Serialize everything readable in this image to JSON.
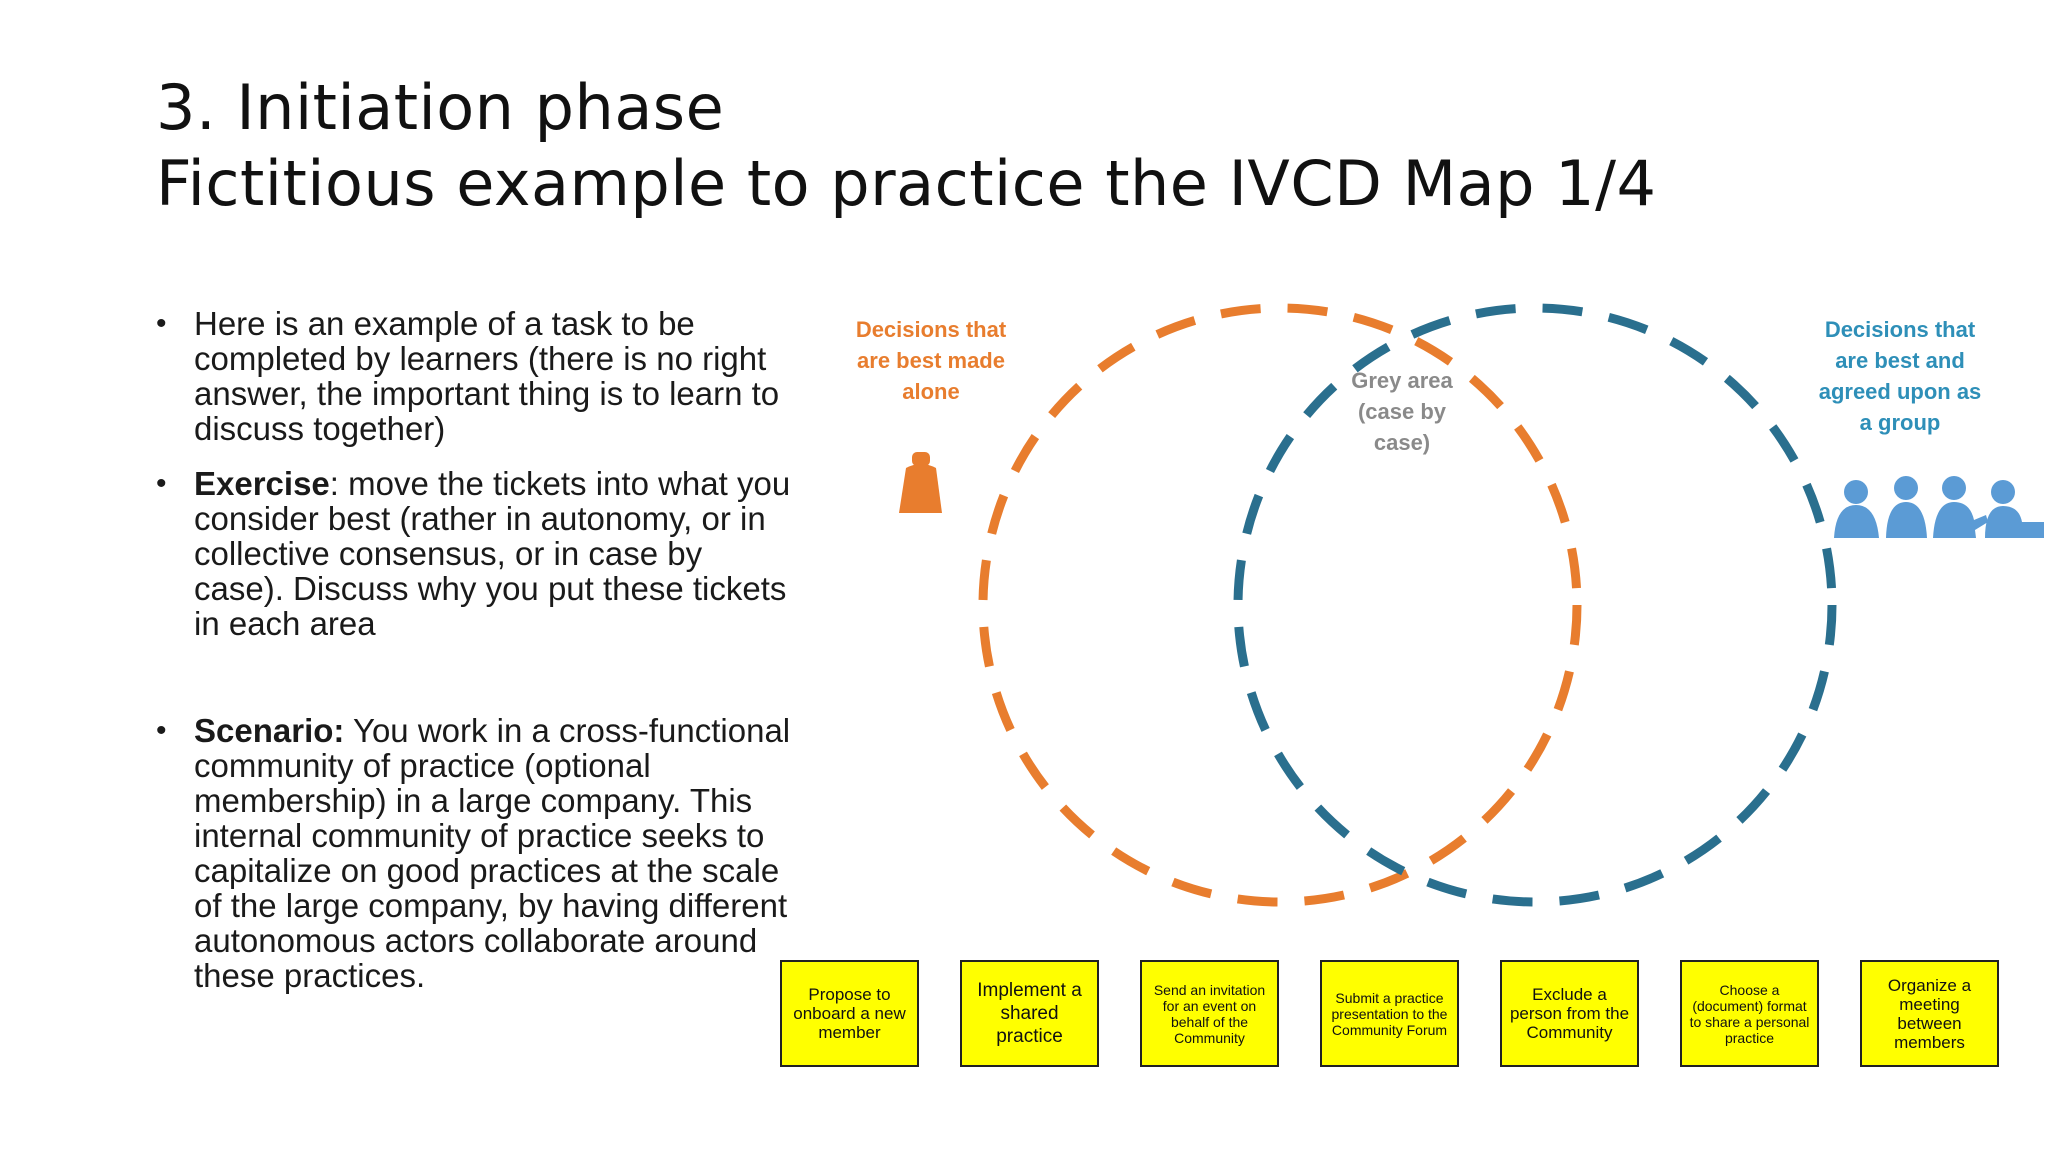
{
  "title": {
    "line1": "3. Initiation phase",
    "line2": "Fictitious example to practice the IVCD Map 1/4"
  },
  "bullets": [
    {
      "bold": "",
      "text": "Here is an example of a task to be completed by learners (there is no right answer, the important thing is to learn to discuss together)"
    },
    {
      "bold": "Exercise",
      "text": ": move the tickets into what you consider best (rather in autonomy, or in collective consensus, or in case by case). Discuss why you put these tickets in each area"
    },
    {
      "bold": "Scenario:",
      "text": " You work in a cross-functional community of practice (optional membership) in a large company. This internal community of practice seeks to capitalize on good practices at the scale of the large company, by having different autonomous actors collaborate around these practices."
    }
  ],
  "diagram": {
    "left_label": "Decisions that are best made alone",
    "right_label": "Decisions that are best and agreed upon as a group",
    "middle_label": "Grey area (case by case)",
    "colors": {
      "orange": "#E87D2E",
      "blue": "#2A6F8E",
      "light_blue": "#5B9BD5",
      "grey": "#8a8a8a",
      "ticket": "#FFFF00"
    },
    "icons": {
      "left": "single-person-icon",
      "right": "group-of-people-icon"
    }
  },
  "tickets": [
    "Propose to onboard a new member",
    "Implement a shared practice",
    "Send an invitation for an event on behalf of the Community",
    "Submit a practice presentation to the Community Forum",
    "Exclude a person from the Community",
    "Choose a (document) format to share a personal practice",
    "Organize a meeting between members"
  ]
}
